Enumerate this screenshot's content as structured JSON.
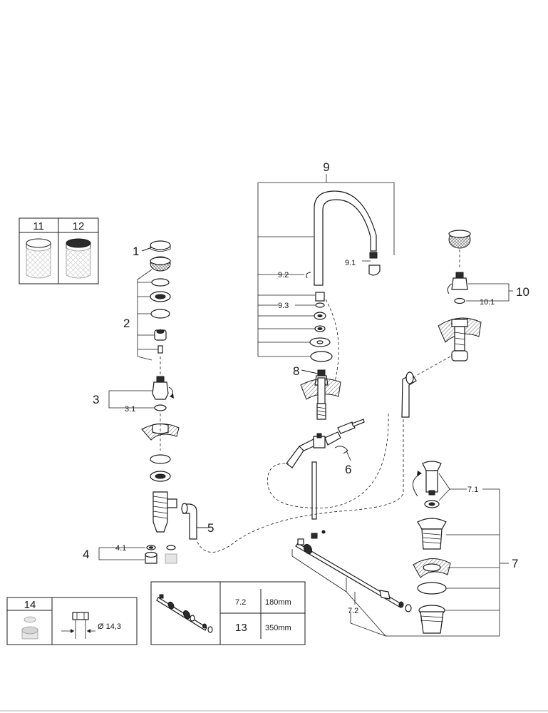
{
  "callouts": {
    "c1": "1",
    "c2": "2",
    "c3": "3",
    "c3_1": "3.1",
    "c4": "4",
    "c4_1": "4.1",
    "c5": "5",
    "c6": "6",
    "c7": "7",
    "c7_1": "7.1",
    "c7_2": "7.2",
    "c8": "8",
    "c9": "9",
    "c9_1": "9.1",
    "c9_2": "9.2",
    "c9_3": "9.3",
    "c10": "10",
    "c10_1": "10.1"
  },
  "inset_11_12": {
    "left": "11",
    "right": "12"
  },
  "inset_14": {
    "label": "14",
    "diameter": "Ø 14,3"
  },
  "length_table": {
    "row1_code": "7.2",
    "row1_len": "180mm",
    "row2_code": "13",
    "row2_len": "350mm"
  },
  "colors": {
    "line": "#1a1a1a",
    "fill_dark": "#2b2b2b",
    "fill_grey": "#cfcfcf"
  }
}
